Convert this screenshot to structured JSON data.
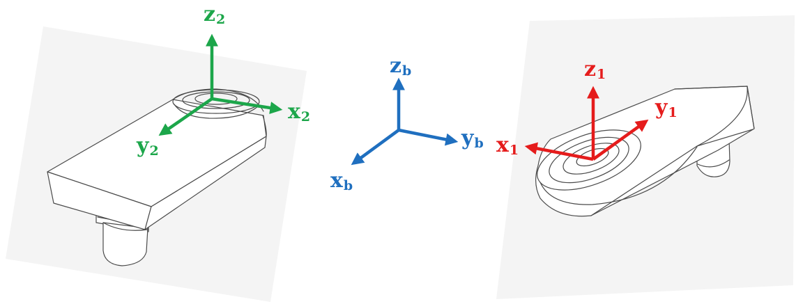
{
  "colors": {
    "frame_2": "#1ca64a",
    "frame_b": "#1f6fbf",
    "frame_1": "#e51c1c",
    "part_outline": "#4a4a4a"
  },
  "frames": {
    "frame_2": {
      "x": {
        "base": "x",
        "sub": "2"
      },
      "y": {
        "base": "y",
        "sub": "2"
      },
      "z": {
        "base": "z",
        "sub": "2"
      }
    },
    "frame_b": {
      "x": {
        "base": "x",
        "sub": "b"
      },
      "y": {
        "base": "y",
        "sub": "b"
      },
      "z": {
        "base": "z",
        "sub": "b"
      }
    },
    "frame_1": {
      "x": {
        "base": "x",
        "sub": "1"
      },
      "y": {
        "base": "y",
        "sub": "1"
      },
      "z": {
        "base": "z",
        "sub": "1"
      }
    }
  }
}
